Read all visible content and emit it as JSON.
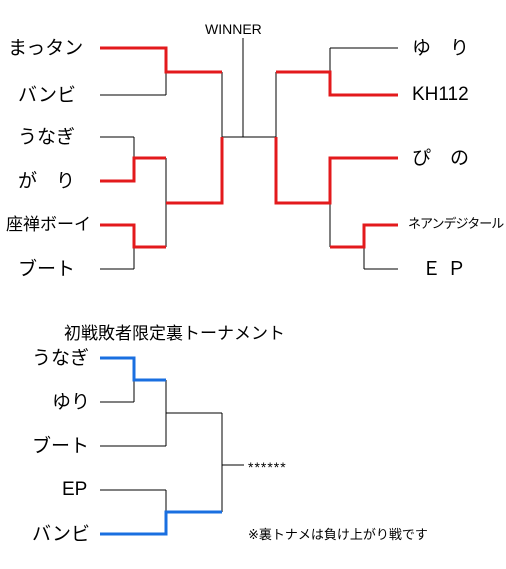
{
  "main": {
    "title": "WINNER",
    "left_players": [
      "まっタン",
      "バンビ",
      "うなぎ",
      "が　り",
      "座禅ボーイ",
      "ブート"
    ],
    "right_players": [
      "ゆ　り",
      "KH112",
      "ぴ　の",
      "ネアンデジタール",
      "Ｅ Ｐ"
    ]
  },
  "sub": {
    "title": "初戦敗者限定裏トーナメント",
    "players": [
      "うなぎ",
      "ゆり",
      "ブート",
      "EP",
      "バンビ"
    ],
    "winner_placeholder": "******",
    "note": "※裏トナメは負け上がり戦です"
  },
  "colors": {
    "main_bracket_winner": "#e31a1c",
    "sub_bracket_winner": "#1a6fe0",
    "line": "#000000"
  }
}
